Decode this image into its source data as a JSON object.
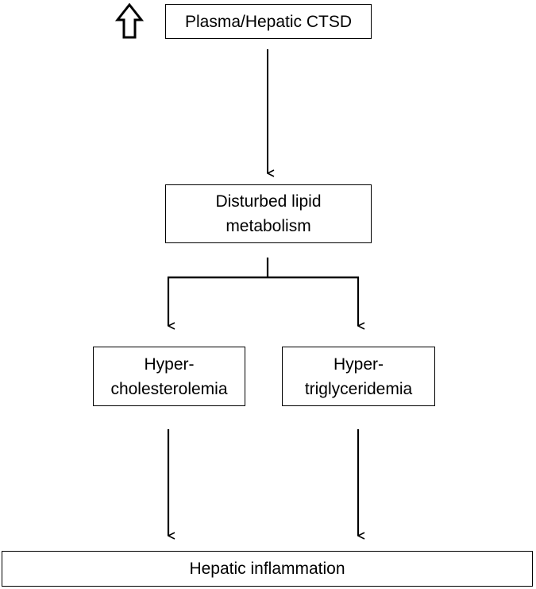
{
  "nodes": {
    "ctsd": {
      "lines": [
        "Plasma/Hepatic CTSD"
      ]
    },
    "lipid": {
      "lines": [
        "Disturbed lipid",
        "metabolism"
      ]
    },
    "hypercholesterolemia": {
      "lines": [
        "Hyper-",
        "cholesterolemia"
      ]
    },
    "hypertriglyceridemia": {
      "lines": [
        "Hyper-",
        "triglyceridemia"
      ]
    },
    "inflammation": {
      "lines": [
        "Hepatic inflammation"
      ]
    }
  },
  "indicator": {
    "icon": "up-arrow-icon",
    "meaning": "increased"
  },
  "edges": [
    {
      "from": "ctsd",
      "to": "lipid"
    },
    {
      "from": "lipid",
      "to": "hypercholesterolemia"
    },
    {
      "from": "lipid",
      "to": "hypertriglyceridemia"
    },
    {
      "from": "hypercholesterolemia",
      "to": "inflammation"
    },
    {
      "from": "hypertriglyceridemia",
      "to": "inflammation"
    }
  ],
  "colors": {
    "stroke": "#000000",
    "background": "#ffffff"
  }
}
